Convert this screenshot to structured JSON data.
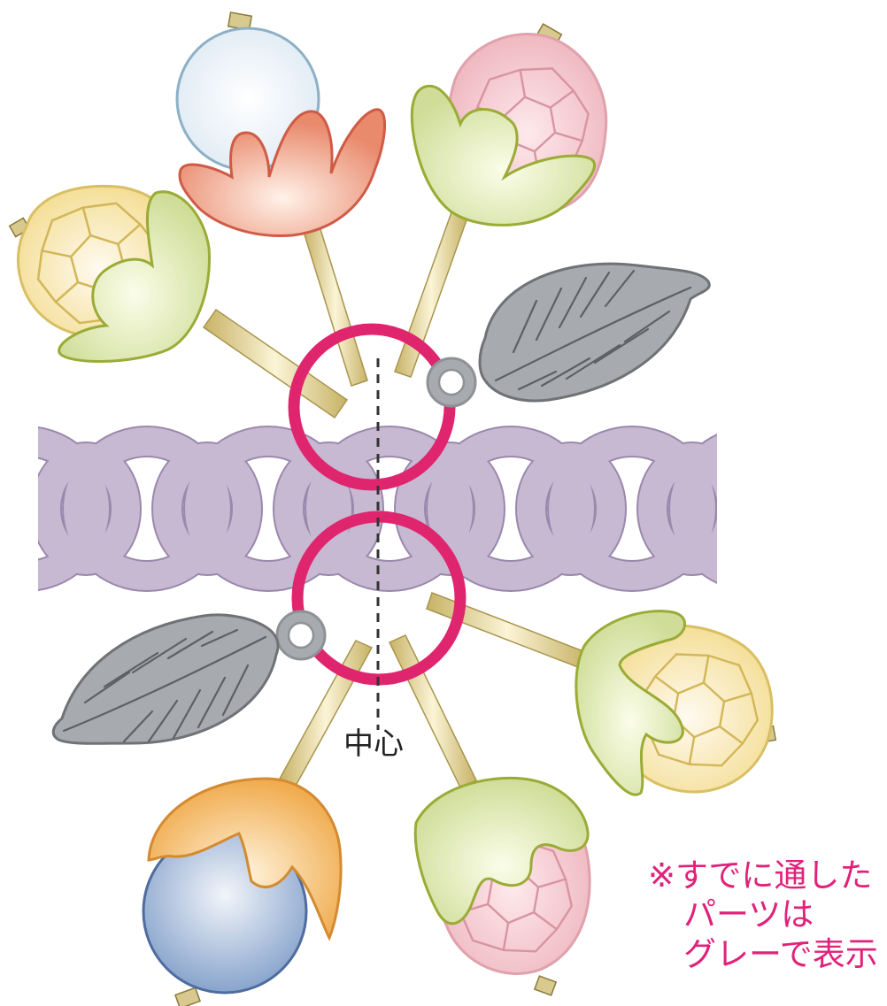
{
  "labels": {
    "center": "中心",
    "note": {
      "line1": "※すでに通した",
      "line2": "パーツは",
      "line3": "グレーで表示"
    }
  },
  "colors": {
    "chain": "#c6b9d1",
    "chain_stroke": "#9b88ad",
    "jump_ring": "#e0256f",
    "leaf": "#a7aaae",
    "leaf_stroke": "#6f7276",
    "pin": "#d8c98e",
    "note_text": "#e0227a",
    "bead_pink": "#f1c0c8",
    "bead_yellow": "#f6e3a1",
    "bead_white": "#eef4fa",
    "bead_blue": "#9fb6d6",
    "cap_green": "#d6e3a6",
    "cap_orange_red": "#ea9a7f",
    "cap_orange": "#f2b764"
  },
  "icons": [
    "chain-icon",
    "jump-ring-icon",
    "leaf-charm-icon",
    "faceted-bead-icon",
    "round-bead-icon",
    "flower-cap-icon",
    "pin-icon"
  ]
}
